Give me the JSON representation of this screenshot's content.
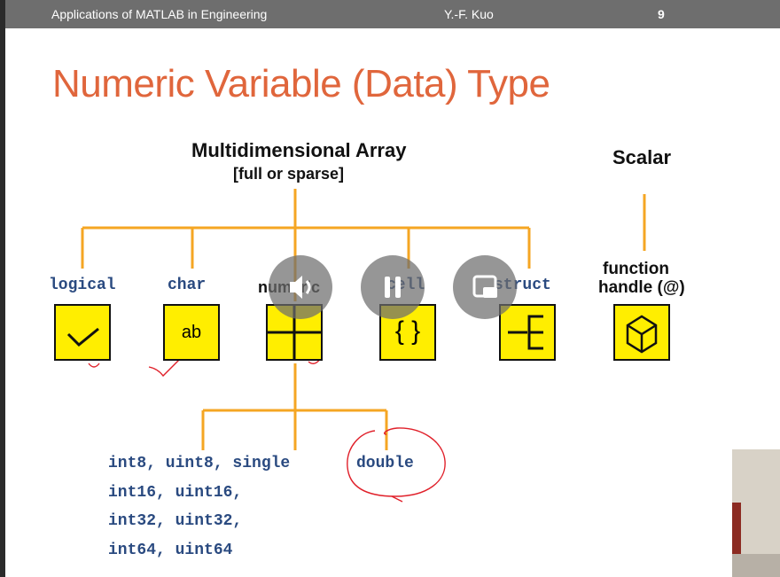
{
  "header": {
    "course": "Applications of MATLAB in Engineering",
    "author": "Y.-F. Kuo",
    "page": "9"
  },
  "title": "Numeric Variable (Data) Type",
  "tree": {
    "root": "Multidimensional Array",
    "root_sub": "[full or sparse]",
    "scalar": "Scalar",
    "types": [
      "logical",
      "char",
      "numeric",
      "cell",
      "struct"
    ],
    "function_handle": [
      "function",
      "handle (@)"
    ],
    "char_box_text": "ab",
    "cell_box_text": "{ }"
  },
  "numeric_types": {
    "row1": "int8, uint8, single",
    "double": "double",
    "row2": "int16, uint16,",
    "row3": "int32, uint32,",
    "row4": "int64, uint64"
  },
  "controls": [
    "volume-icon",
    "pause-icon",
    "picture-in-picture-icon"
  ],
  "colors": {
    "accent": "#e0663c",
    "tree_line": "#f5a623",
    "box_fill": "#ffee00",
    "type_text": "#2a4a80",
    "annotation": "#e0202a"
  }
}
